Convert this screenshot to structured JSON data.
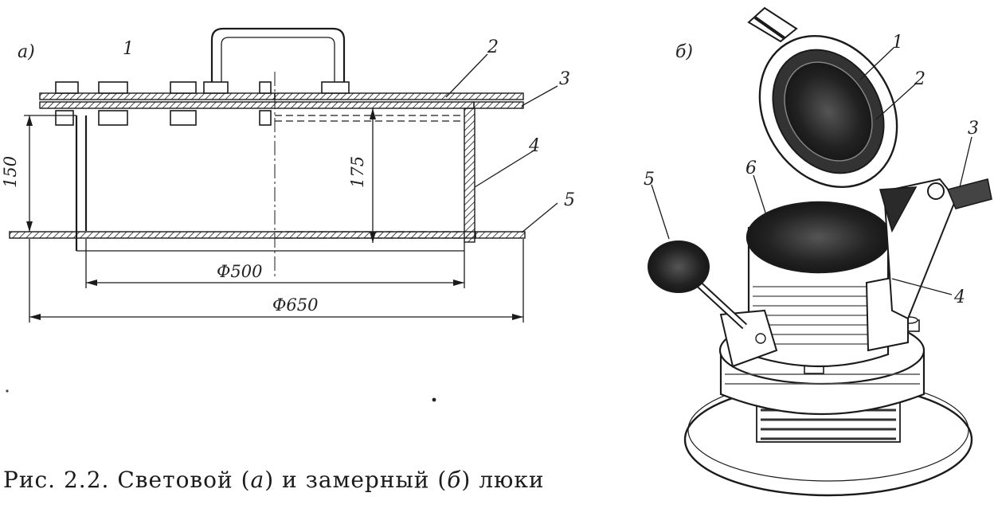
{
  "figure_a": {
    "panel_label": "а)",
    "part_labels": [
      "1",
      "2",
      "3",
      "4",
      "5"
    ],
    "dimensions": {
      "height_inner": "150",
      "height_outer": "175",
      "diam_inner": "Ф500",
      "diam_outer": "Ф650"
    }
  },
  "figure_b": {
    "panel_label": "б)",
    "part_labels": [
      "1",
      "2",
      "3",
      "4",
      "5",
      "6"
    ]
  },
  "caption": {
    "prefix": "Рис. 2.2. Световой (",
    "a": "а",
    "middle": ") и замерный (",
    "b": "б",
    "suffix": ") люки"
  }
}
